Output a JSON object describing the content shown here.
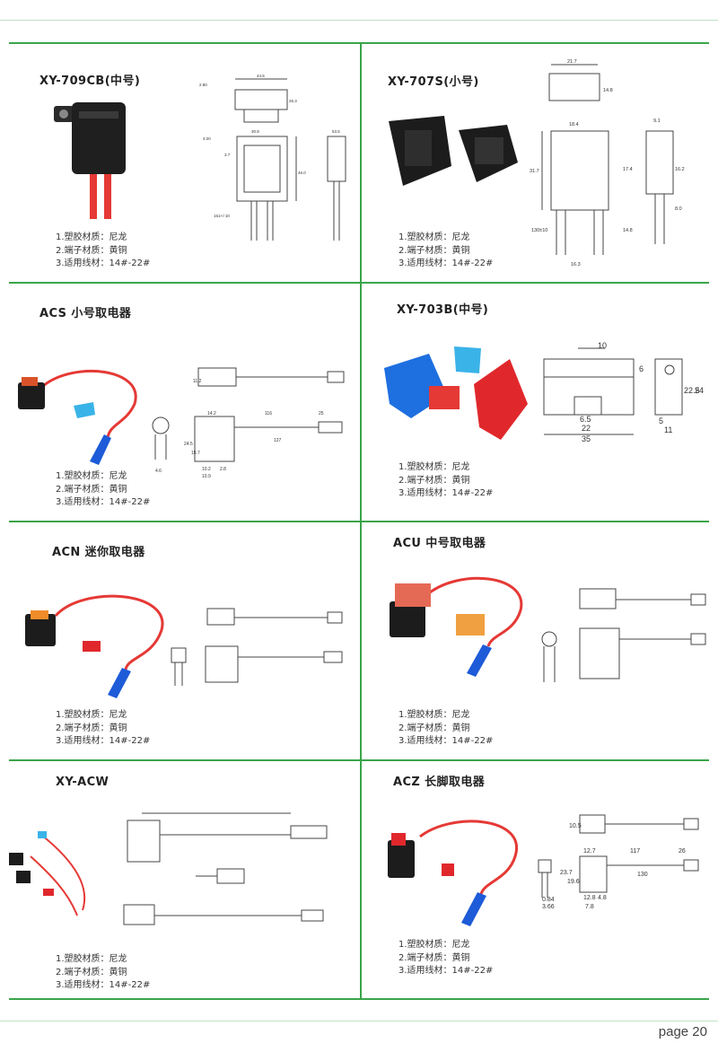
{
  "colors": {
    "accent": "#3aa54a",
    "housing": "#222222",
    "wire": "#e53935",
    "connector": "#1e5bd8"
  },
  "products": [
    {
      "title": "XY-709CB(中号)",
      "specs": [
        "1.塑胶材质：尼龙",
        "2.端子材质：黄铜",
        "3.适用线材：14#-22#"
      ]
    },
    {
      "title": "XY-707S(小号)",
      "specs": [
        "1.塑胶材质：尼龙",
        "2.端子材质：黄铜",
        "3.适用线材：14#-22#"
      ]
    },
    {
      "title": "ACS 小号取电器",
      "specs": [
        "1.塑胶材质：尼龙",
        "2.端子材质：黄铜",
        "3.适用线材：14#-22#"
      ]
    },
    {
      "title": "XY-703B(中号)",
      "specs": [
        "1.塑胶材质：尼龙",
        "2.端子材质：黄铜",
        "3.适用线材：14#-22#"
      ]
    },
    {
      "title": "ACN 迷你取电器",
      "specs": [
        "1.塑胶材质：尼龙",
        "2.端子材质：黄铜",
        "3.适用线材：14#-22#"
      ]
    },
    {
      "title": "ACU 中号取电器",
      "specs": [
        "1.塑胶材质：尼龙",
        "2.端子材质：黄铜",
        "3.适用线材：14#-22#"
      ]
    },
    {
      "title": "XY-ACW",
      "specs": [
        "1.塑胶材质：尼龙",
        "2.端子材质：黄铜",
        "3.适用线材：14#-22#"
      ]
    },
    {
      "title": "ACZ 长脚取电器",
      "specs": [
        "1.塑胶材质：尼龙",
        "2.端子材质：黄铜",
        "3.适用线材：14#-22#"
      ]
    }
  ],
  "dims": {
    "d709": [
      "44.5",
      "2.80",
      "26.3",
      "30.8",
      "46.0",
      "53.5",
      "4.20",
      "3.7",
      "151+/-10"
    ],
    "d707": [
      "21.7",
      "14.8",
      "18.4",
      "31.7",
      "17.4",
      "16.2",
      "9.1",
      "8.0",
      "14.8",
      "16.3",
      "130±10"
    ],
    "d703": [
      "10",
      "6",
      "22.5",
      "24",
      "6.5",
      "22",
      "35",
      "5",
      "11"
    ],
    "dacs": [
      "14.2",
      "116",
      "25",
      "127",
      "24.5",
      "15.7",
      "10.2",
      "2.8",
      "10.9",
      "11.2",
      "4.6"
    ],
    "dacz": [
      "10.5",
      "12.7",
      "117",
      "26",
      "130",
      "23.7",
      "19.6",
      "12.8",
      "7.8",
      "4.8",
      "0.84",
      "3.66"
    ]
  },
  "footer": {
    "page": "page 20"
  }
}
